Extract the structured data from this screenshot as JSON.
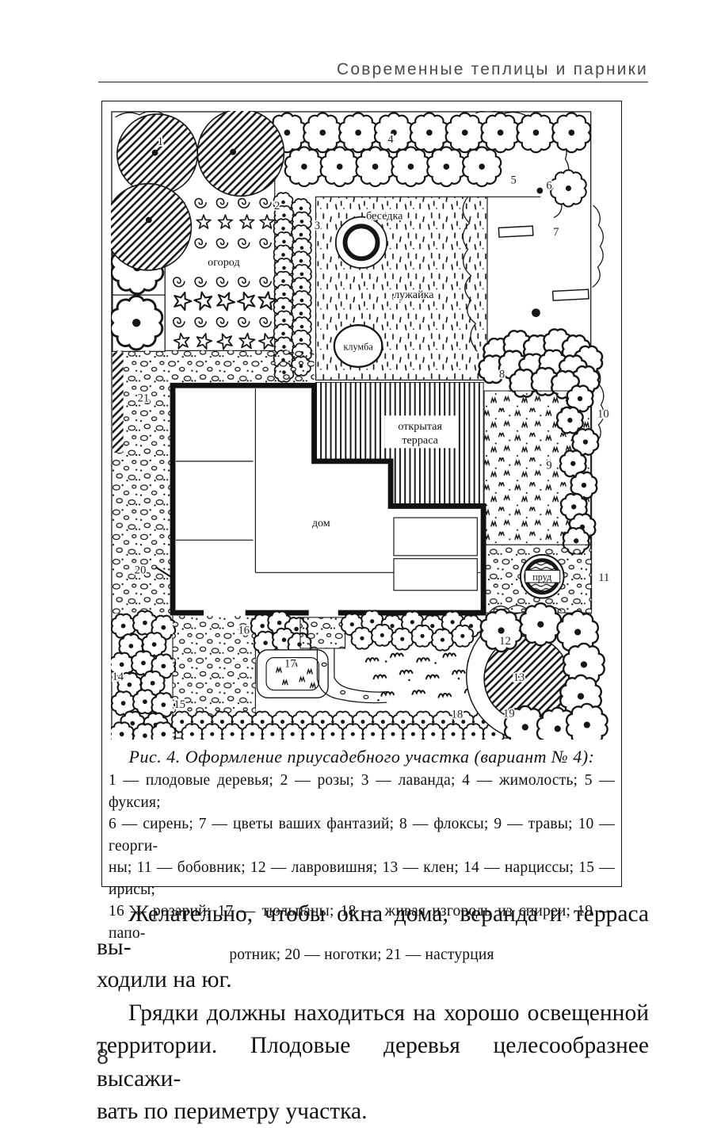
{
  "header": {
    "title": "Современные теплицы и парники"
  },
  "figure": {
    "caption_title": "Рис. 4. Оформление приусадебного участка (вариант № 4):",
    "legend_lines": [
      "1 — плодовые деревья; 2 — розы; 3 — лаванда; 4 — жимолость; 5 — фуксия;",
      "6 — сирень; 7 — цветы ваших фантазий; 8 — флоксы; 9 — травы; 10 — георги-",
      "ны; 11 — бобовник; 12 — лавровишня; 13 — клен; 14 — нарциссы; 15 — ирисы;",
      "16 — розарий; 17 — тюльпаны; 18 — живая изгородь из спиреи; 19 — папо-",
      "ротник; 20 — ноготки; 21 — настурция"
    ],
    "plan": {
      "labels": {
        "ogorod": "огород",
        "besedka": "беседка",
        "luzhayka": "лужайка",
        "klumba": "клумба",
        "dom": "дом",
        "terrasa1": "открытая",
        "terrasa2": "терраса",
        "prud": "пруд"
      },
      "numbers": [
        "1",
        "2",
        "3",
        "4",
        "5",
        "6",
        "7",
        "8",
        "9",
        "10",
        "11",
        "12",
        "13",
        "14",
        "15",
        "16",
        "17",
        "18",
        "19",
        "20",
        "21"
      ]
    }
  },
  "body": {
    "paragraphs": [
      {
        "lines": [
          "Желательно, чтобы окна дома, веранда и терраса вы-",
          "ходили на юг."
        ]
      },
      {
        "lines": [
          "Грядки должны находиться на хорошо освещенной",
          "территории. Плодовые деревья целесообразнее высажи-",
          "вать по периметру участка."
        ]
      }
    ]
  },
  "page_number": "8"
}
